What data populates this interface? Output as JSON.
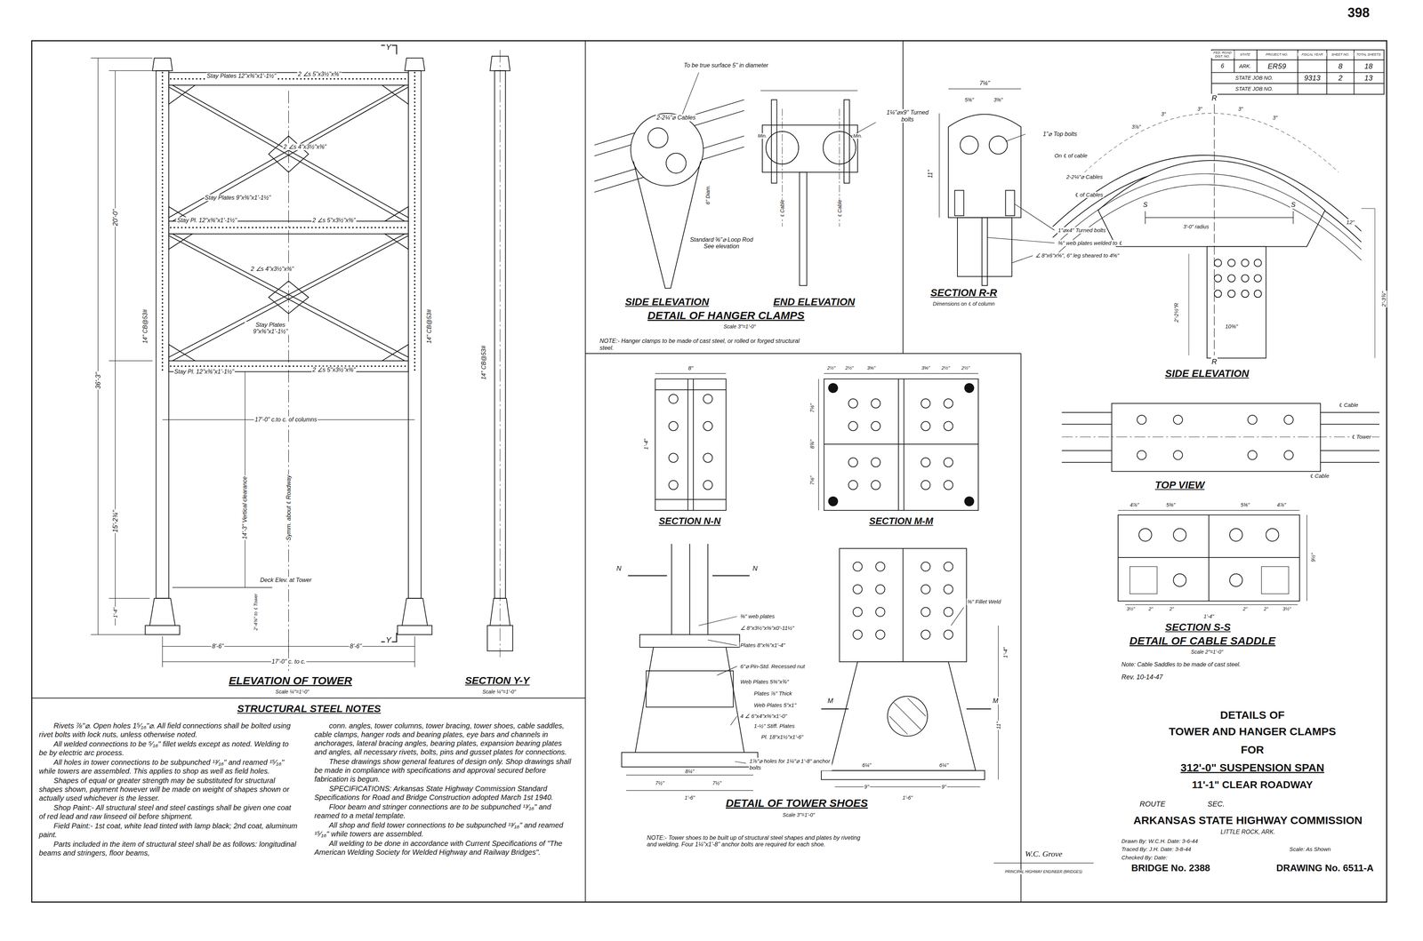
{
  "diagram": {
    "nodes": [
      {
        "text": [
          "STRUCTURAL STEEL NOTES",
          "Rivets ⅞\"⌀. Open holes 1⁵⁄₁₆\"⌀. All field connections shall be bolted using rivet bolts with lock nuts, unless otherwise noted.",
          "All welded connections to be ⁵⁄₁₆\" fillet welds except as noted. Welding to be by electric arc process.",
          "All holes in tower connections to be subpunched ¹³⁄₁₆\" and reamed ¹⁵⁄₁₆\" while towers are assembled. This applies to shop as well as field holes.",
          "Shapes of equal or greater strength may be substituted for structural shapes shown, payment however will be made on weight of shapes shown or actually used whichever is the lesser.",
          "Shop Paint:- All structural steel and steel castings shall be given one coat of red lead and raw linseed oil before shipment.",
          "Field Paint:- 1st coat, white lead tinted with lamp black; 2nd coat, aluminum paint.",
          "Parts included in the item of structural steel shall be as follows: longitudinal beams and stringers, floor beams,",
          "conn. angles, tower columns, tower bracing, tower shoes, cable saddles, cable clamps, hanger rods and bearing plates, eye bars and channels in anchorages, lateral bracing angles, bearing plates, expansion bearing plates and angles, all necessary rivets, bolts, pins and gusset plates for connections.",
          "These drawings show general features of design only. Shop drawings shall be made in compliance with specifications and approval secured before fabrication is begun.",
          "SPECIFICATIONS: Arkansas State Highway Commission Standard Specifications for Road and Bridge Construction adopted March 1st 1940.",
          "Floor beam and stringer connections are to be subpunched ¹³⁄₁₆\" and reamed to a metal template.",
          "All shop and field tower connections to be subpunched ¹³⁄₁₆\" and reamed ¹⁵⁄₁₆\" while towers are assembled.",
          "All welding to be done in accordance with Current Specifications of \"The American Welding Society for Welded Highway and Railway Bridges\"."
        ]
      }
    ],
    "labels": [
      "398",
      "FED. ROAD DIST. NO.",
      "STATE",
      "PROJECT NO.",
      "FISCAL YEAR",
      "SHEET NO.",
      "TOTAL SHEETS",
      "6",
      "ARK.",
      "ER59",
      "8",
      "18",
      "STATE JOB NO.",
      "9313",
      "2",
      "13",
      "STATE JOB NO.",
      "Y",
      "Y",
      "Stay Plates 12\"x⅜\"x1'-1½\"",
      "2 ∠s 5\"x3½\"x⅜\"",
      "2 ∠s 4\"x3½\"x⅜\"",
      "Stay Plates 9\"x⅜\"x1'-1½\"",
      "Stay Pl. 12\"x⅜\"x1'-1½\"",
      "2 ∠s 5\"x3½\"x⅜\"",
      "2 ∠s 4\"x3½\"x⅜\"",
      "Stay Plates 9\"x⅜\"x1'-1½\"",
      "Stay Pl. 12\"x⅜\"x1'-1½\"",
      "2 ∠s 5\"x3½\"x⅜\"",
      "20'-0\"",
      "14\" CB@53#",
      "14\" CB@53#",
      "36'-3\"",
      "17'-0\" c.to c. of columns",
      "15'-2¾\"",
      "14'-3\" Vertical clearance",
      "Symm. about ℄ Roadway",
      "Deck Elev. at Tower",
      "2'-4¾\" to ℄ Tower",
      "1'-4\"",
      "8'-6\"",
      "8'-6\"",
      "17'-0\" c. to c.",
      "ELEVATION OF TOWER",
      "Scale ¼\"=1'-0\"",
      "SECTION Y-Y",
      "Scale ¼\"=1'-0\"",
      "14\" CB@53#",
      "To be true surface 5\" in diameter",
      "2-2¼\"⌀ Cables",
      "1¼\"⌀x9\" Turned bolts",
      "6\" Diam.",
      "Min.",
      "Min.",
      "℄ Cable",
      "℄ Cable",
      "Standard ⅝\"⌀ Loop Rod See elevation",
      "SIDE ELEVATION",
      "END ELEVATION",
      "DETAIL OF HANGER CLAMPS",
      "Scale 3\"=1'-0\"",
      "NOTE:- Hanger clamps to be made of cast steel, or rolled or forged structural steel.",
      "7⅛\"",
      "5⅜\"",
      "3⅜\"",
      "1\"⌀ Top bolts",
      "11\"",
      "1\"⌀x4\" Turned bolts",
      "⅜\" web plates welded to ℄",
      "∠ 8\"x6\"x⅝\", 6\" leg sheared to 4⅝\"",
      "SECTION R-R",
      "Dimensions on ℄ of column",
      "R",
      "R",
      "On ℄ of cable",
      "2-2¼\"⌀ Cables",
      "℄ of Cables",
      "3'-0\" radius",
      "S",
      "S",
      "12\"",
      "10⅜\"",
      "2'-2½\"R",
      "2'-3¾\"",
      "SIDE ELEVATION",
      "3⅞\"",
      "3\"",
      "3\"",
      "3\"",
      "3\"",
      "℄ Cable",
      "℄ Tower",
      "℄ Cable",
      "TOP VIEW",
      "4⅞\"",
      "5⅜\"",
      "5⅜\"",
      "4⅞\"",
      "3½\"",
      "2\"",
      "2\"",
      "2\"",
      "2\"",
      "3½\"",
      "9½\"",
      "1'-4\"",
      "SECTION S-S",
      "DETAIL OF CABLE SADDLE",
      "Scale 2\"=1'-0\"",
      "Note: Cable Saddles to be made of cast steel.",
      "Rev. 10-14-47",
      "8\"",
      "1'-4\"",
      "SECTION N-N",
      "SECTION M-M",
      "2½\"",
      "2½\"",
      "3⅝\"",
      "3⅝\"",
      "2½\"",
      "2½\"",
      "7⅛\"",
      "8¾\"",
      "7⅛\"",
      "N",
      "N",
      "⅜\" web plates",
      "∠ 8\"x3½\"x⅜\"x0'-11½\"",
      "Plates 8\"x⅜\"x1'-4\"",
      "6\"⌀ Pin-Std. Recessed nut",
      "Web Plates 5⅜\"x¾\"",
      "Plates ⅞\" Thick",
      "Web Plates 5\"x1\"",
      "4 ∠ 6\"x4\"x⅜\"x1'-0\"",
      "1-½\" Stiff. Plates",
      "Pl. 18\"x1½\"x1'-6\"",
      "1⅞\"⌀ holes for 1¼\"⌀ 1'-8\" anchor bolts",
      "⅜\" Fillet Weld",
      "M",
      "M",
      "1'-4\"",
      "11\"",
      "8¼\"",
      "7½\"",
      "7½\"",
      "1'-6\"",
      "6¼\"",
      "6¼\"",
      "9\"",
      "9\"",
      "1'-6\"",
      "DETAIL OF TOWER SHOES",
      "Scale 3\"=1'-0\"",
      "NOTE:- Tower shoes to be built up of structural steel shapes and plates by riveting and welding. Four 1¼\"x1'-8\" anchor bolts are required for each shoe.",
      "DETAILS OF",
      "TOWER AND HANGER CLAMPS",
      "FOR",
      "312'-0\" SUSPENSION SPAN",
      "11'-1\" CLEAR ROADWAY",
      "ROUTE",
      "SEC.",
      "ARKANSAS STATE HIGHWAY COMMISSION",
      "LITTLE ROCK, ARK.",
      "Drawn By: W.C.H. Date: 3-6-44",
      "Traced By: J.H. Date: 3-8-44",
      "Checked By: Date:",
      "Scale: As Shown",
      "BRIDGE No. 2388",
      "DRAWING No. 6511-A",
      "PRINCIPAL HIGHWAY ENGINEER (BRIDGES)",
      "W.C. Grove"
    ]
  }
}
